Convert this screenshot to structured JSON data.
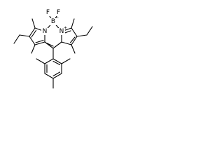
{
  "molecule": {
    "atoms": {
      "fluorine_left": "F",
      "fluorine_right": "F",
      "boron": "B",
      "boron_charge": "−",
      "nitrogen_left": "N",
      "nitrogen_right": "N",
      "nitrogen_right_charge": "+"
    }
  }
}
